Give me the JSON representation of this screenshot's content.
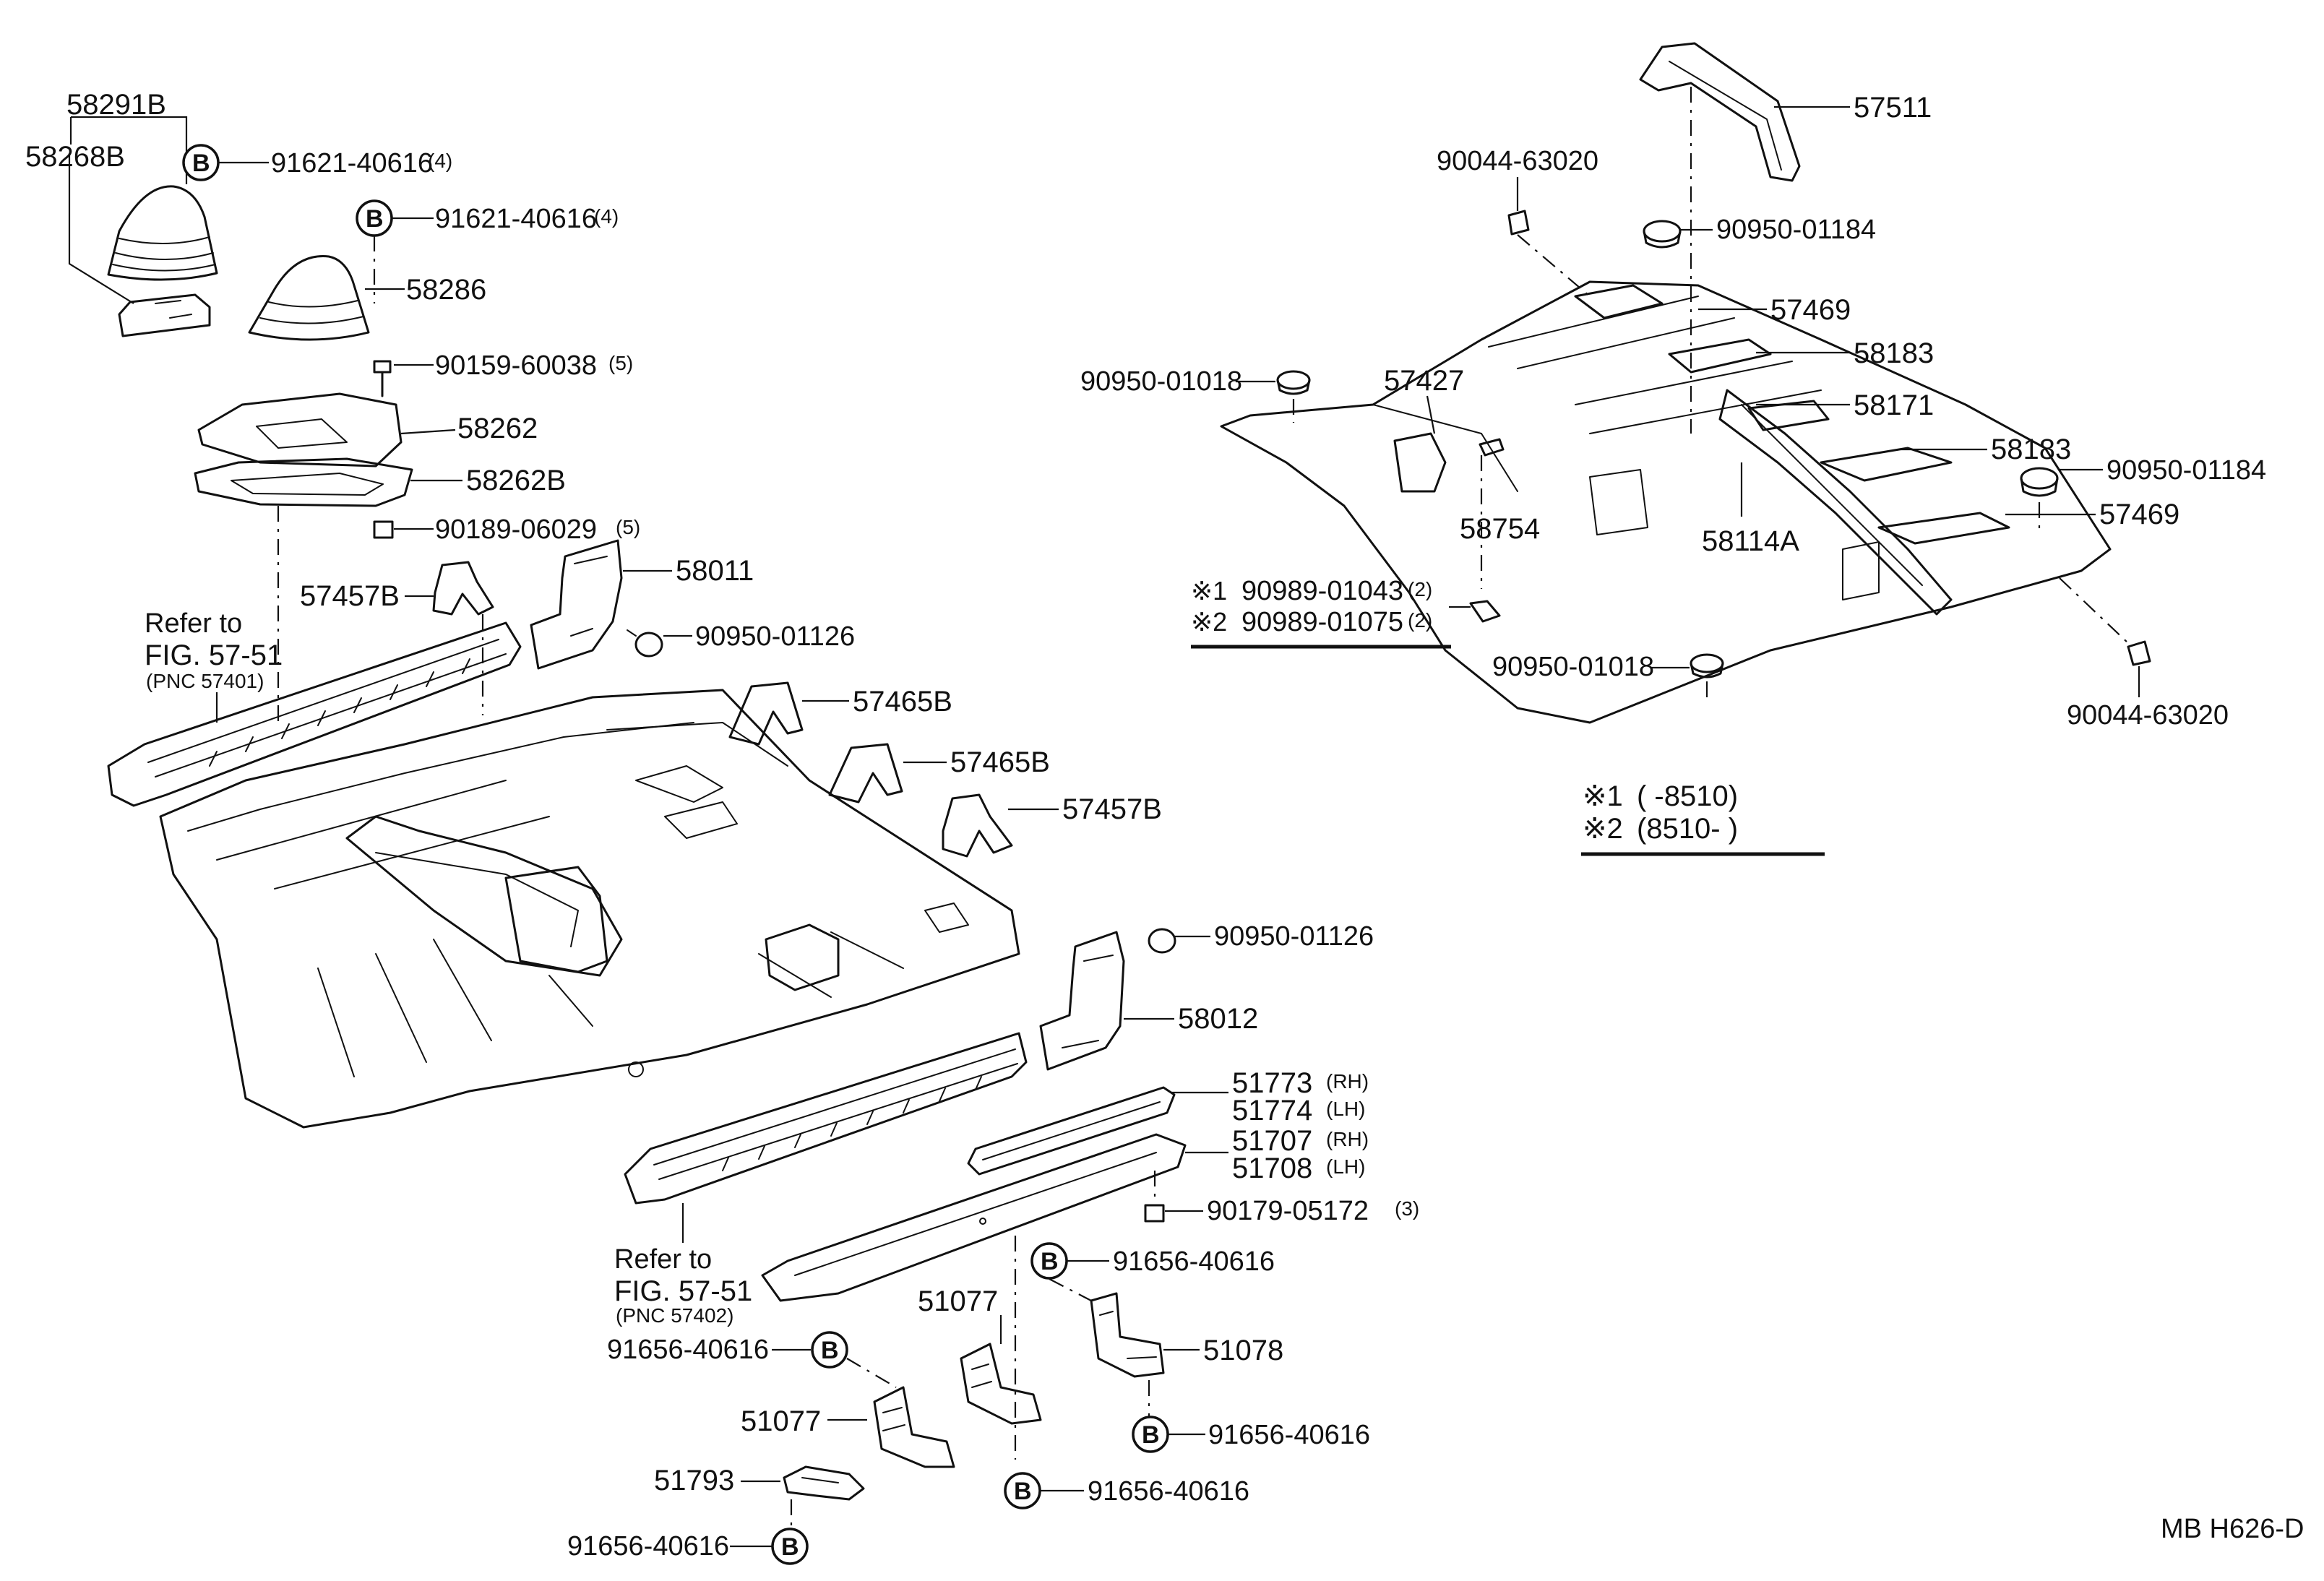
{
  "labels": {
    "l58291B": "58291B",
    "l58268B": "58268B",
    "l91621a": "91621-40616",
    "l91621a_qty": "(4)",
    "l91621b": "91621-40616",
    "l91621b_qty": "(4)",
    "l58286": "58286",
    "l90159": "90159-60038",
    "l90159_qty": "(5)",
    "l58262": "58262",
    "l58262B": "58262B",
    "l90189": "90189-06029",
    "l90189_qty": "(5)",
    "l57457B_a": "57457B",
    "l58011": "58011",
    "l90950_01126_a": "90950-01126",
    "l57465B_a": "57465B",
    "l57465B_b": "57465B",
    "l57457B_b": "57457B",
    "l90950_01126_b": "90950-01126",
    "l58012": "58012",
    "l51773": "51773",
    "l51773_side": "(RH)",
    "l51774": "51774",
    "l51774_side": "(LH)",
    "l51707": "51707",
    "l51707_side": "(RH)",
    "l51708": "51708",
    "l51708_side": "(LH)",
    "l90179": "90179-05172",
    "l90179_qty": "(3)",
    "l91656_a": "91656-40616",
    "l51077_a": "51077",
    "l51078": "51078",
    "l91656_b": "91656-40616",
    "l91656_c": "91656-40616",
    "l51077_b": "51077",
    "l91656_d": "91656-40616",
    "l51793": "51793",
    "l91656_e": "91656-40616",
    "l57511": "57511",
    "l90044_a": "90044-63020",
    "l90950_01184_a": "90950-01184",
    "l57469_a": "57469",
    "l58183_a": "58183",
    "l90950_01018_a": "90950-01018",
    "l57427": "57427",
    "l58171": "58171",
    "l58183_b": "58183",
    "l90950_01184_b": "90950-01184",
    "l57469_b": "57469",
    "l58754": "58754",
    "l58114A": "58114A",
    "l90950_01018_b": "90950-01018",
    "l90044_b": "90044-63020"
  },
  "refer_left_top": {
    "line1": "Refer to",
    "line2": "FIG. 57-51",
    "line3": "(PNC 57401)"
  },
  "refer_left_bottom": {
    "line1": "Refer to",
    "line2": "FIG. 57-51",
    "line3": "(PNC 57402)"
  },
  "notes": {
    "n1_mark": "※1",
    "n1_part": "90989-01043",
    "n1_qty": "(2)",
    "n2_mark": "※2",
    "n2_part": "90989-01075",
    "n2_qty": "(2)"
  },
  "legend": {
    "m1": "※1",
    "m1_range": "(        -8510)",
    "m2": "※2",
    "m2_range": "(8510-        )"
  },
  "bolt_symbol": "B",
  "footer_code": "MB  H626-D"
}
